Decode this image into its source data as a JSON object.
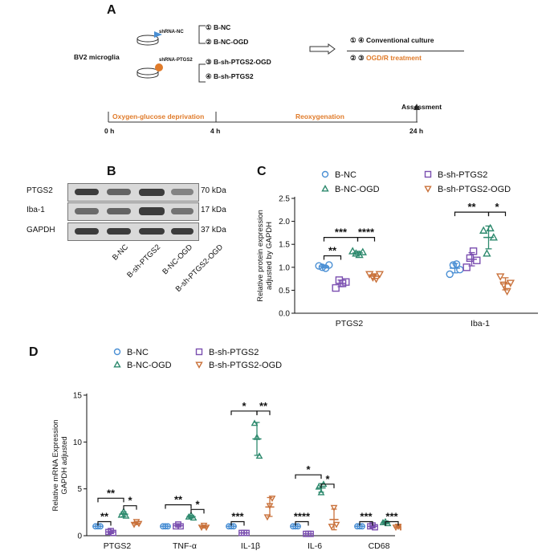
{
  "panelA": {
    "letter": "A",
    "cell": "BV2 microglia",
    "shNC": "shRNA-NC",
    "shPTGS2": "shRNA-PTGS2",
    "groups": [
      {
        "num": "①",
        "label": "B-NC"
      },
      {
        "num": "②",
        "label": "B-NC-OGD"
      },
      {
        "num": "③",
        "label": "B-sh-PTGS2-OGD"
      },
      {
        "num": "④",
        "label": "B-sh-PTGS2"
      }
    ],
    "right1_nums": "① ④",
    "right1_label": "Conventional culture",
    "right2_nums": "② ③",
    "right2_label": "OGD/R treatment",
    "timeline": {
      "ogd": "Oxygen-glucose deprivation",
      "reox": "Reoxygenation",
      "assessment": "Assessment",
      "t0": "0 h",
      "t4": "4 h",
      "t24": "24 h"
    }
  },
  "panelB": {
    "letter": "B",
    "rows": [
      {
        "name": "PTGS2",
        "kda": "70 kDa"
      },
      {
        "name": "Iba-1",
        "kda": "17 kDa"
      },
      {
        "name": "GAPDH",
        "kda": "37 kDa"
      }
    ],
    "lanes": [
      "B-NC",
      "B-sh-PTGS2",
      "B-NC-OGD",
      "B-sh-PTGS2-OGD"
    ]
  },
  "panelC": {
    "letter": "C"
  },
  "panelD": {
    "letter": "D"
  },
  "colors": {
    "B-NC": "#4a8fd4",
    "B-sh-PTGS2": "#7b4fb0",
    "B-NC-OGD": "#2e8a6e",
    "B-sh-PTGS2-OGD": "#c9713a",
    "orange": "#e07b2a"
  },
  "chart_data": [
    {
      "type": "scatter",
      "panel": "C",
      "ylabel": "Relative protein expression adjusted by GAPDH",
      "ylim": [
        0,
        2.5
      ],
      "yticks": [
        0.0,
        0.5,
        1.0,
        1.5,
        2.0,
        2.5
      ],
      "categories": [
        "PTGS2",
        "Iba-1"
      ],
      "series": [
        {
          "name": "B-NC",
          "marker": "circle",
          "values": [
            [
              1.03,
              1.0,
              0.98,
              1.05
            ],
            [
              0.85,
              1.05,
              1.07,
              0.95
            ]
          ]
        },
        {
          "name": "B-sh-PTGS2",
          "marker": "square",
          "values": [
            [
              0.55,
              0.72,
              0.65,
              0.68
            ],
            [
              1.0,
              1.2,
              1.35,
              1.15
            ]
          ]
        },
        {
          "name": "B-NC-OGD",
          "marker": "triangle-up",
          "values": [
            [
              1.35,
              1.3,
              1.27,
              1.33
            ],
            [
              1.8,
              1.3,
              1.85,
              1.65
            ]
          ]
        },
        {
          "name": "B-sh-PTGS2-OGD",
          "marker": "triangle-down",
          "values": [
            [
              0.85,
              0.78,
              0.75,
              0.85
            ],
            [
              0.8,
              0.62,
              0.48,
              0.66
            ]
          ]
        }
      ],
      "significance": [
        {
          "category": "PTGS2",
          "from": "B-NC",
          "to": "B-sh-PTGS2",
          "label": "**"
        },
        {
          "category": "PTGS2",
          "from": "B-NC",
          "to": "B-NC-OGD",
          "label": "***"
        },
        {
          "category": "PTGS2",
          "from": "B-NC-OGD",
          "to": "B-sh-PTGS2-OGD",
          "label": "****"
        },
        {
          "category": "Iba-1",
          "from": "B-NC",
          "to": "B-NC-OGD",
          "label": "**"
        },
        {
          "category": "Iba-1",
          "from": "B-NC-OGD",
          "to": "B-sh-PTGS2-OGD",
          "label": "*"
        }
      ],
      "legend": "top"
    },
    {
      "type": "scatter",
      "panel": "D",
      "ylabel": "Relative mRNA Expression GAPDH adjusted",
      "ylim": [
        0,
        15
      ],
      "yticks": [
        0,
        5,
        10,
        15
      ],
      "categories": [
        "PTGS2",
        "TNF-α",
        "IL-1β",
        "IL-6",
        "CD68"
      ],
      "series": [
        {
          "name": "B-NC",
          "marker": "circle",
          "values": [
            [
              1.0,
              1.0,
              1.0
            ],
            [
              1.0,
              1.0,
              1.0
            ],
            [
              1.0,
              1.0,
              1.0
            ],
            [
              1.0,
              1.0,
              1.0
            ],
            [
              1.0,
              1.0,
              1.0
            ]
          ]
        },
        {
          "name": "B-sh-PTGS2",
          "marker": "square",
          "values": [
            [
              0.4,
              0.5,
              0.3
            ],
            [
              1.0,
              1.2,
              1.0
            ],
            [
              0.3,
              0.3,
              0.3
            ],
            [
              0.2,
              0.2,
              0.2
            ],
            [
              1.0,
              1.1,
              0.9
            ]
          ]
        },
        {
          "name": "B-NC-OGD",
          "marker": "triangle-up",
          "values": [
            [
              2.2,
              2.6,
              2.1
            ],
            [
              2.0,
              2.2,
              1.9
            ],
            [
              12.0,
              10.5,
              8.5
            ],
            [
              5.2,
              4.6,
              5.5
            ],
            [
              1.4,
              1.5,
              1.3
            ]
          ]
        },
        {
          "name": "B-sh-PTGS2-OGD",
          "marker": "triangle-down",
          "values": [
            [
              1.2,
              1.5,
              1.3
            ],
            [
              0.9,
              1.1,
              0.9
            ],
            [
              2.0,
              3.2,
              4.0
            ],
            [
              1.0,
              3.0,
              1.2
            ],
            [
              0.9,
              1.0,
              0.9
            ]
          ]
        }
      ],
      "significance": [
        {
          "category": "PTGS2",
          "from": "B-NC",
          "to": "B-sh-PTGS2",
          "label": "**"
        },
        {
          "category": "PTGS2",
          "from": "B-NC",
          "to": "B-NC-OGD",
          "label": "**"
        },
        {
          "category": "PTGS2",
          "from": "B-NC-OGD",
          "to": "B-sh-PTGS2-OGD",
          "label": "*"
        },
        {
          "category": "TNF-α",
          "from": "B-NC",
          "to": "B-NC-OGD",
          "label": "**"
        },
        {
          "category": "TNF-α",
          "from": "B-NC-OGD",
          "to": "B-sh-PTGS2-OGD",
          "label": "*"
        },
        {
          "category": "IL-1β",
          "from": "B-NC",
          "to": "B-sh-PTGS2",
          "label": "***"
        },
        {
          "category": "IL-1β",
          "from": "B-NC",
          "to": "B-NC-OGD",
          "label": "*"
        },
        {
          "category": "IL-1β",
          "from": "B-NC-OGD",
          "to": "B-sh-PTGS2-OGD",
          "label": "**"
        },
        {
          "category": "IL-6",
          "from": "B-NC",
          "to": "B-sh-PTGS2",
          "label": "****"
        },
        {
          "category": "IL-6",
          "from": "B-NC",
          "to": "B-NC-OGD",
          "label": "*"
        },
        {
          "category": "IL-6",
          "from": "B-NC-OGD",
          "to": "B-sh-PTGS2-OGD",
          "label": "*"
        },
        {
          "category": "CD68",
          "from": "B-NC",
          "to": "B-sh-PTGS2",
          "label": "***"
        },
        {
          "category": "CD68",
          "from": "B-NC-OGD",
          "to": "B-sh-PTGS2-OGD",
          "label": "***"
        }
      ],
      "legend": "top"
    }
  ]
}
